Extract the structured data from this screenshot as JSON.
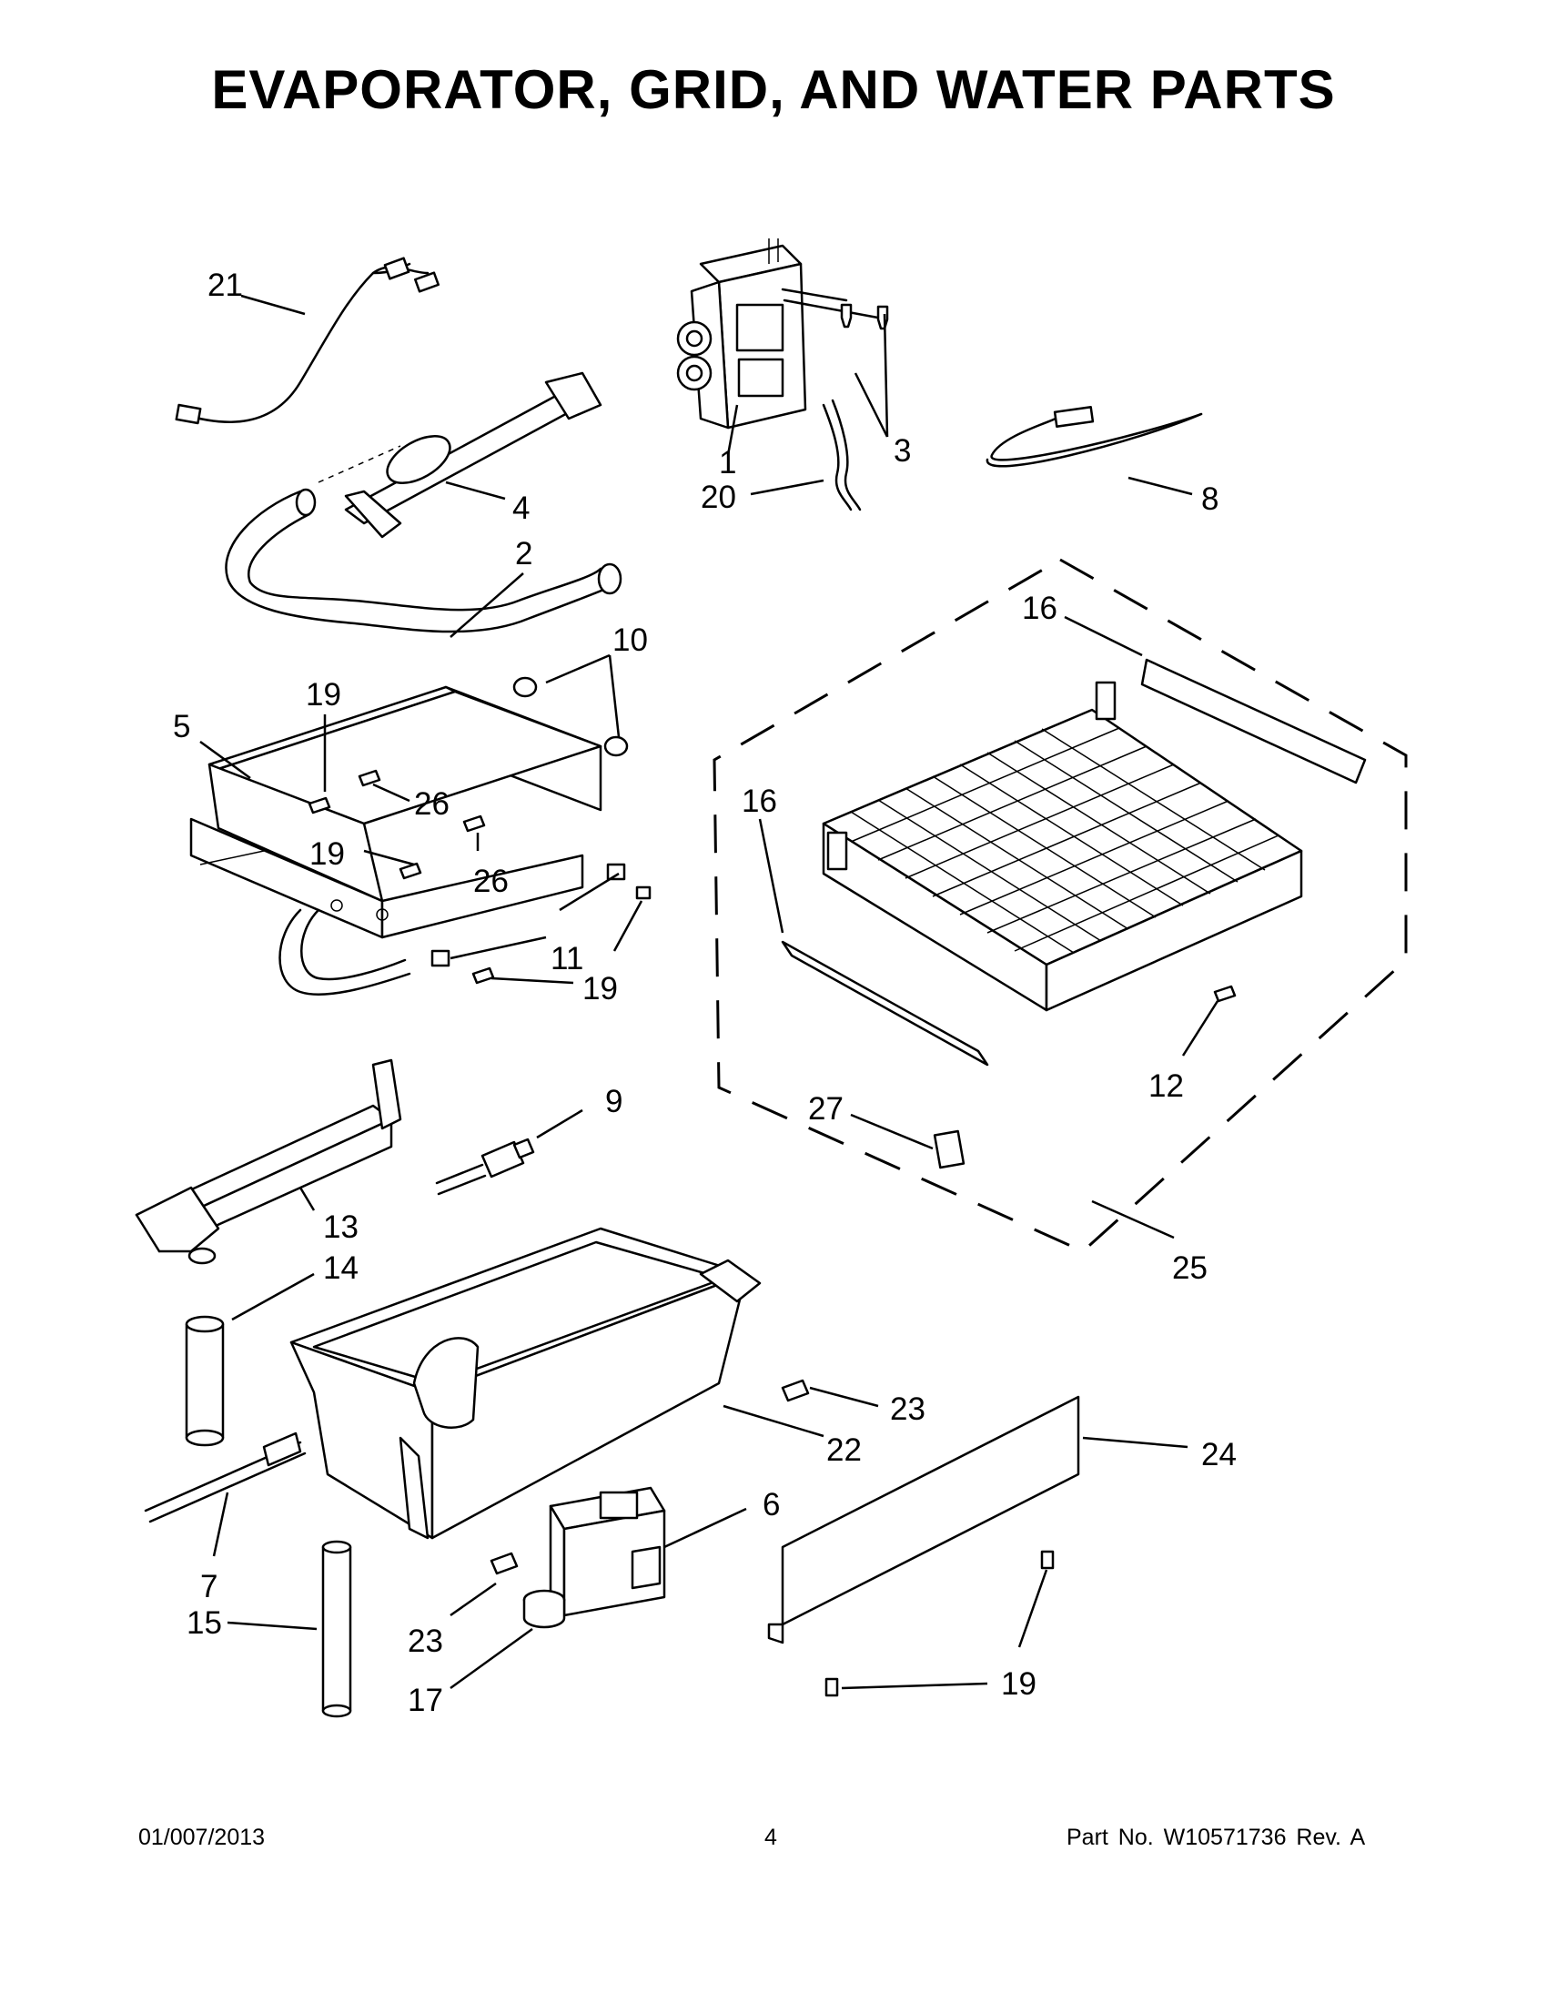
{
  "page": {
    "title": "EVAPORATOR, GRID, AND WATER PARTS",
    "footer": {
      "date": "01/007/2013",
      "page_number": "4",
      "part_number": "Part No.  W10571736  Rev.  A"
    }
  },
  "callouts": [
    {
      "id": "c21",
      "label": "21"
    },
    {
      "id": "c1",
      "label": "1"
    },
    {
      "id": "c3",
      "label": "3"
    },
    {
      "id": "c20",
      "label": "20"
    },
    {
      "id": "c8",
      "label": "8"
    },
    {
      "id": "c4",
      "label": "4"
    },
    {
      "id": "c2",
      "label": "2"
    },
    {
      "id": "c10",
      "label": "10"
    },
    {
      "id": "c19a",
      "label": "19"
    },
    {
      "id": "c5",
      "label": "5"
    },
    {
      "id": "c26a",
      "label": "26"
    },
    {
      "id": "c19b",
      "label": "19"
    },
    {
      "id": "c26b",
      "label": "26"
    },
    {
      "id": "c11",
      "label": "11"
    },
    {
      "id": "c19c",
      "label": "19"
    },
    {
      "id": "c16a",
      "label": "16"
    },
    {
      "id": "c16b",
      "label": "16"
    },
    {
      "id": "c12",
      "label": "12"
    },
    {
      "id": "c27",
      "label": "27"
    },
    {
      "id": "c25",
      "label": "25"
    },
    {
      "id": "c9",
      "label": "9"
    },
    {
      "id": "c13",
      "label": "13"
    },
    {
      "id": "c14",
      "label": "14"
    },
    {
      "id": "c23a",
      "label": "23"
    },
    {
      "id": "c22",
      "label": "22"
    },
    {
      "id": "c24",
      "label": "24"
    },
    {
      "id": "c6",
      "label": "6"
    },
    {
      "id": "c7",
      "label": "7"
    },
    {
      "id": "c15",
      "label": "15"
    },
    {
      "id": "c23b",
      "label": "23"
    },
    {
      "id": "c17",
      "label": "17"
    },
    {
      "id": "c19d",
      "label": "19"
    }
  ]
}
